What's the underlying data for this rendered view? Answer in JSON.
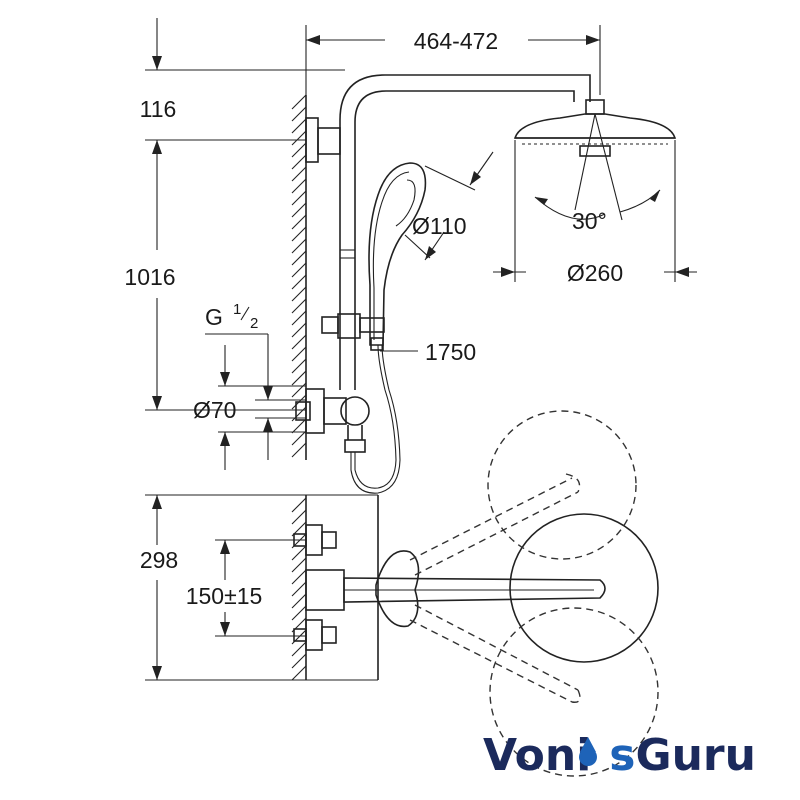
{
  "dimensions": {
    "width_span": "464-472",
    "top_offset": "116",
    "height": "1016",
    "thread_prefix": "G",
    "thread_num": "1",
    "thread_den": "2",
    "hose_length": "1750",
    "escutcheon_dia": "Ø70",
    "hand_shower_dia": "Ø110",
    "head_shower_dia": "Ø260",
    "tilt_angle": "30°",
    "plan_depth": "298",
    "inlet_spacing": "150±15"
  },
  "watermark": {
    "part1": "Voni",
    "part2": "s",
    "part3": "Guru"
  }
}
